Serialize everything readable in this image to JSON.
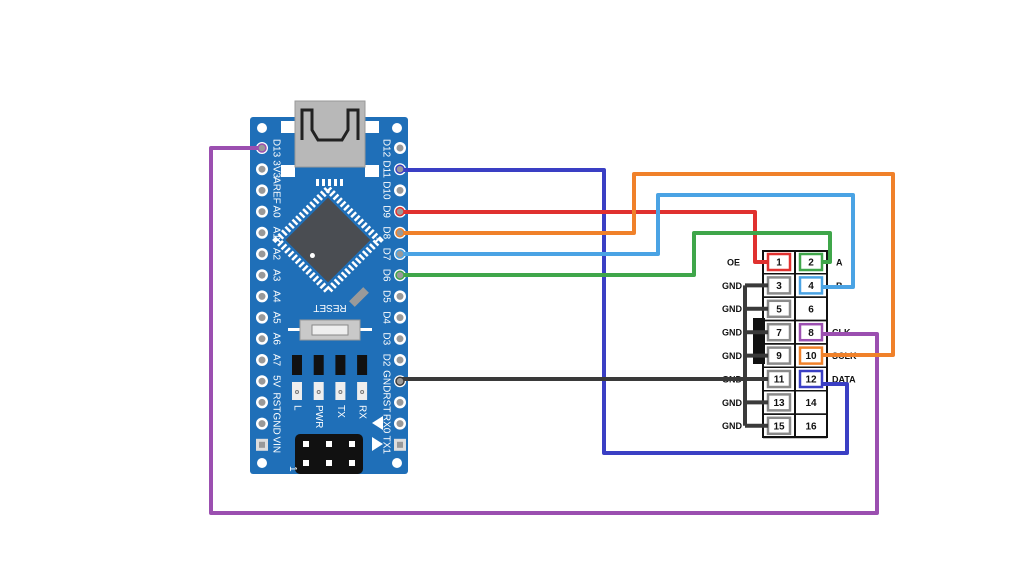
{
  "colors": {
    "board": "#1f6fb8",
    "wire_d13": "#9b4fb0",
    "wire_d11": "#3a3fc4",
    "wire_d9": "#e0312f",
    "wire_d8": "#f0812a",
    "wire_d7": "#4aa3e4",
    "wire_d6": "#3fa64a",
    "wire_gnd": "#3a3a3a"
  },
  "board": {
    "left_pins": [
      "D13",
      "3V3",
      "AREF",
      "A0",
      "A1",
      "A2",
      "A3",
      "A4",
      "A5",
      "A6",
      "A7",
      "5V",
      "RST",
      "GND",
      "VIN"
    ],
    "right_pins": [
      "D12",
      "D11",
      "D10",
      "D9",
      "D8",
      "D7",
      "D6",
      "D5",
      "D4",
      "D3",
      "D2",
      "GND",
      "RST",
      "RX0",
      "TX1"
    ],
    "reset_label": "RESET",
    "leds": [
      "L",
      "PWR",
      "TX",
      "RX"
    ],
    "header_mark": "1"
  },
  "connector": {
    "pins": [
      "1",
      "2",
      "3",
      "4",
      "5",
      "6",
      "7",
      "8",
      "9",
      "10",
      "11",
      "12",
      "13",
      "14",
      "15",
      "16"
    ],
    "left_labels": [
      "OE",
      "GND",
      "GND",
      "GND",
      "GND",
      "GND",
      "GND",
      "GND"
    ],
    "right_labels": [
      "A",
      "B",
      "",
      "CLK",
      "SCLK",
      "DATA",
      "",
      ""
    ]
  },
  "wires": [
    {
      "from": "D13",
      "to": "8"
    },
    {
      "from": "D11",
      "to": "12"
    },
    {
      "from": "D9",
      "to": "1"
    },
    {
      "from": "D8",
      "to": "10"
    },
    {
      "from": "D7",
      "to": "4"
    },
    {
      "from": "D6",
      "to": "2"
    },
    {
      "from": "GND",
      "to": "GND"
    }
  ]
}
